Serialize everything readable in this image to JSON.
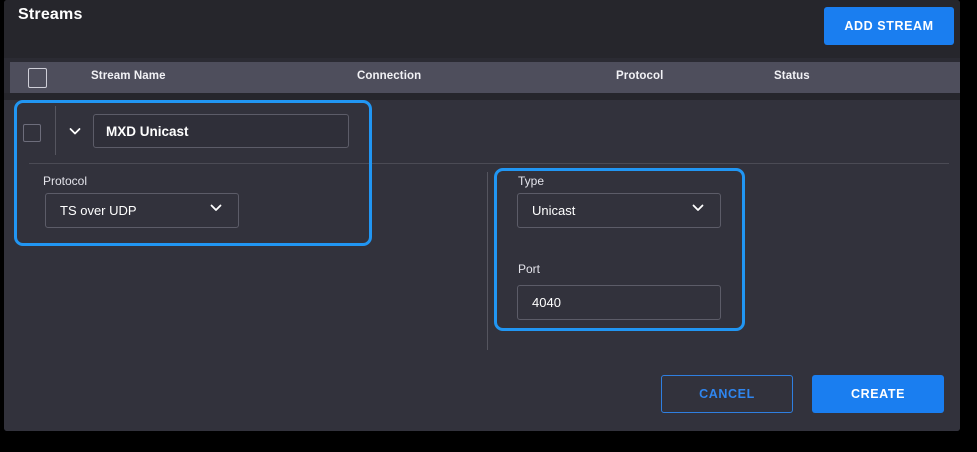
{
  "header": {
    "title": "Streams",
    "add_stream_label": "ADD STREAM"
  },
  "table": {
    "columns": [
      {
        "key": "select",
        "label": ""
      },
      {
        "key": "name",
        "label": "Stream Name"
      },
      {
        "key": "connection",
        "label": "Connection"
      },
      {
        "key": "protocol",
        "label": "Protocol"
      },
      {
        "key": "status",
        "label": "Status"
      }
    ],
    "select_all_checked": false
  },
  "row": {
    "checked": false,
    "expanded": true,
    "expand_icon": "chevron-down",
    "stream_name": "MXD Unicast"
  },
  "form": {
    "left": {
      "protocol_label": "Protocol",
      "protocol_value": "TS over UDP",
      "protocol_options": [
        "TS over UDP"
      ]
    },
    "right": {
      "type_label": "Type",
      "type_value": "Unicast",
      "type_options": [
        "Unicast"
      ],
      "port_label": "Port",
      "port_value": "4040"
    }
  },
  "footer": {
    "cancel_label": "CANCEL",
    "create_label": "CREATE"
  },
  "colors": {
    "accent_blue": "#1a7ef0",
    "focus_ring": "#2196f3",
    "panel_bg": "#32323c",
    "titlebar_bg": "#26262c",
    "table_header_bg": "#4e4e5c",
    "outer_frame": "#000000"
  }
}
